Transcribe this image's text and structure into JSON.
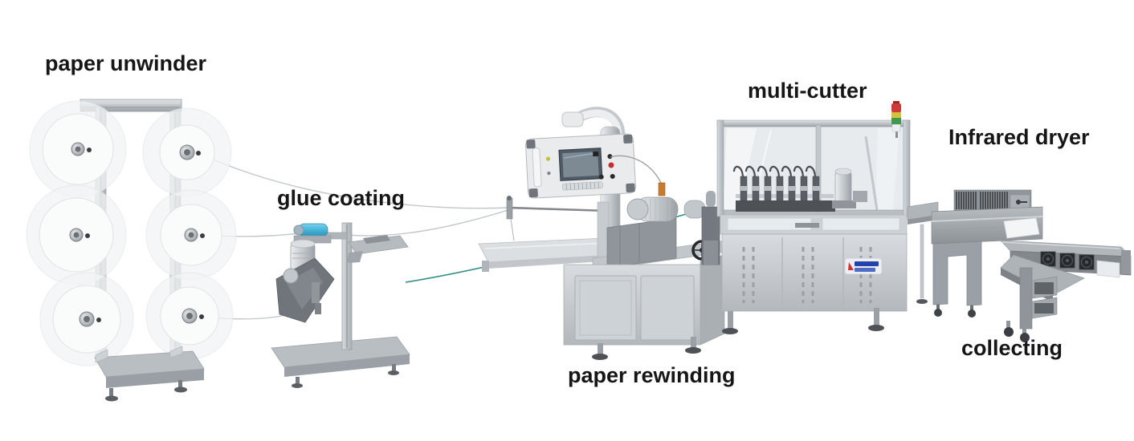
{
  "labels": {
    "paper_unwinder": "paper unwinder",
    "glue_coating": "glue coating",
    "paper_rewinding": "paper rewinding",
    "multi_cutter": "multi-cutter",
    "infrared_dryer": "Infrared dryer",
    "collecting": "collecting"
  },
  "colors": {
    "background": "#ffffff",
    "label_text": "#161616",
    "stainless_light": "#d7dadd",
    "stainless_dark": "#aab0b5",
    "machine_gray": "#9aa0a5",
    "dark_metal": "#55595e",
    "glass_tint": "#e3e8eb",
    "glue_roller_blue": "#45b4d8",
    "paper_strip_teal": "#2f8f80",
    "paper_roll_white": "#fafbfb",
    "signal_red": "#cc3a3a",
    "signal_yellow": "#d4c23e",
    "signal_green": "#3f9a4f",
    "logo_blue": "#2244aa",
    "logo_red": "#cc3333"
  }
}
